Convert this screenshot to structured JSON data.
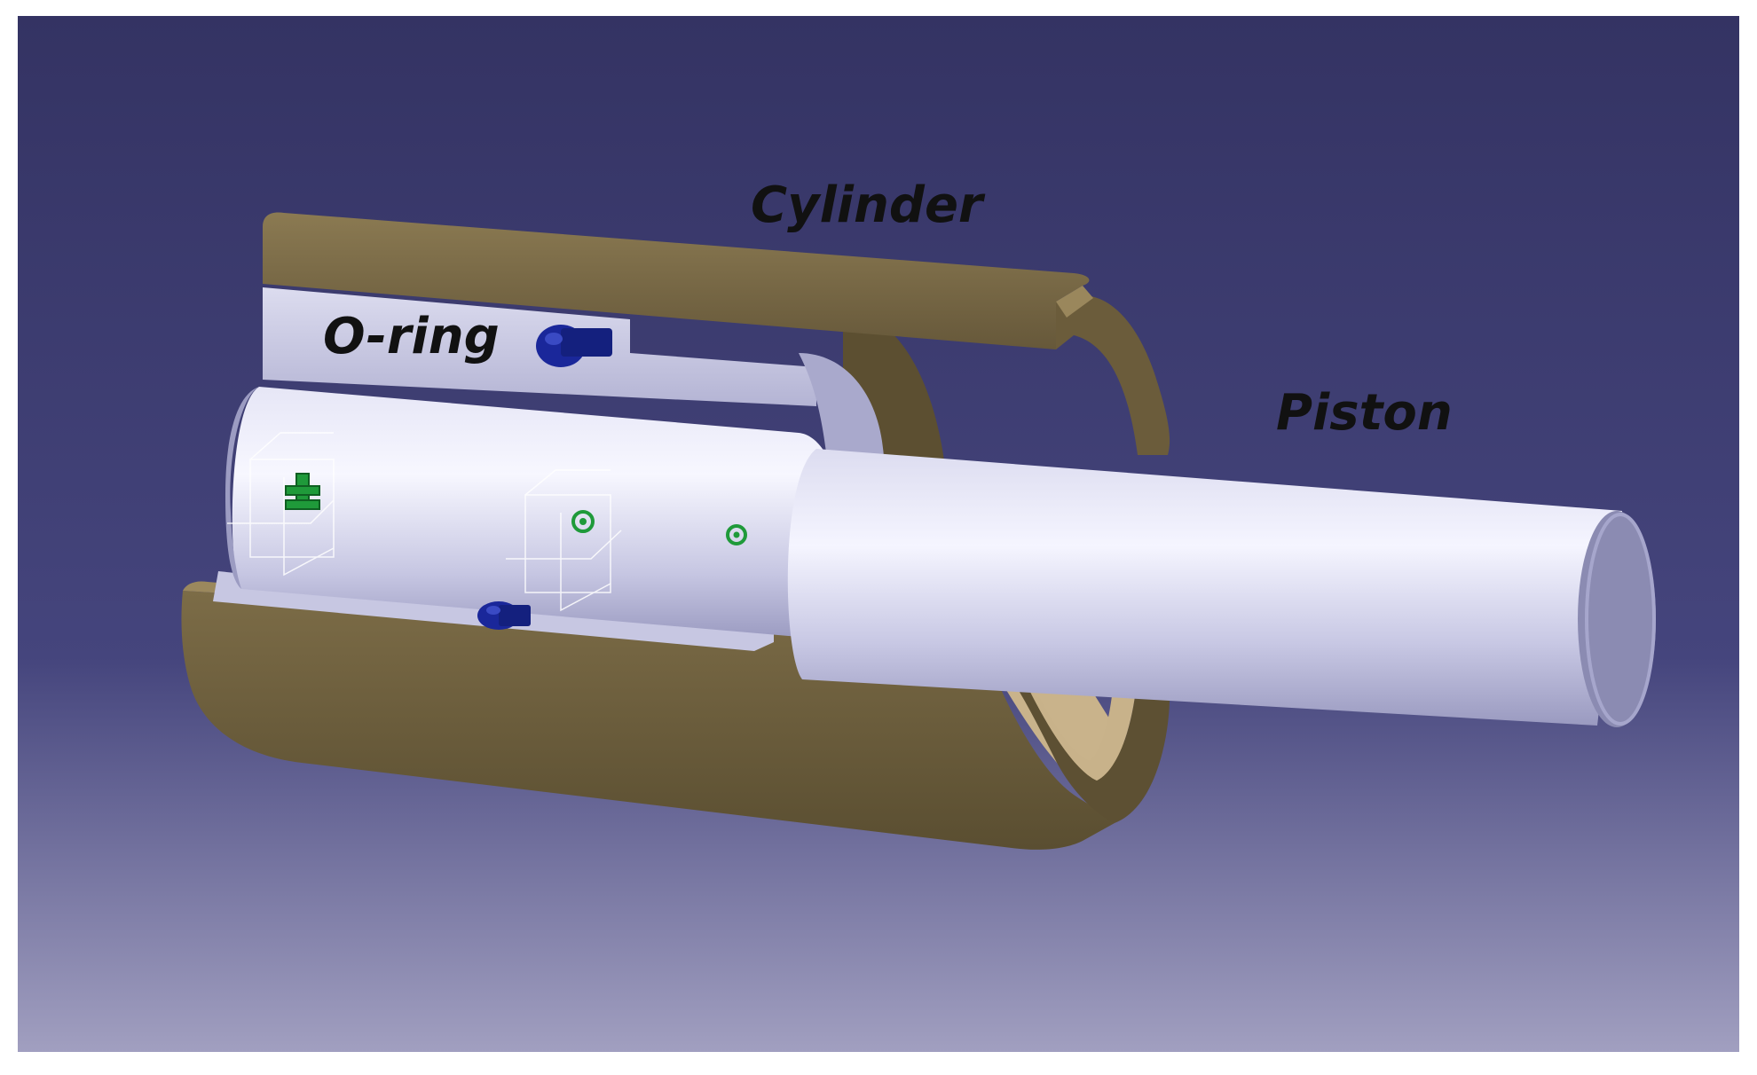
{
  "labels": {
    "cylinder": "Cylinder",
    "oring": "O-ring",
    "piston": "Piston"
  },
  "colors": {
    "background_top": "#363568",
    "background_mid": "#4a4a82",
    "background_bottom": "#9b99bc",
    "cylinder_body": "#6d5f3d",
    "cylinder_edge": "#97845a",
    "cylinder_inner": "#c9b38b",
    "piston_light": "#f1f1fb",
    "piston_mid": "#c9c9e4",
    "piston_dark": "#8f8fb6",
    "oring": "#1a2aa0",
    "label_text": "#111111",
    "axis_marker": "#1f9a3a"
  }
}
